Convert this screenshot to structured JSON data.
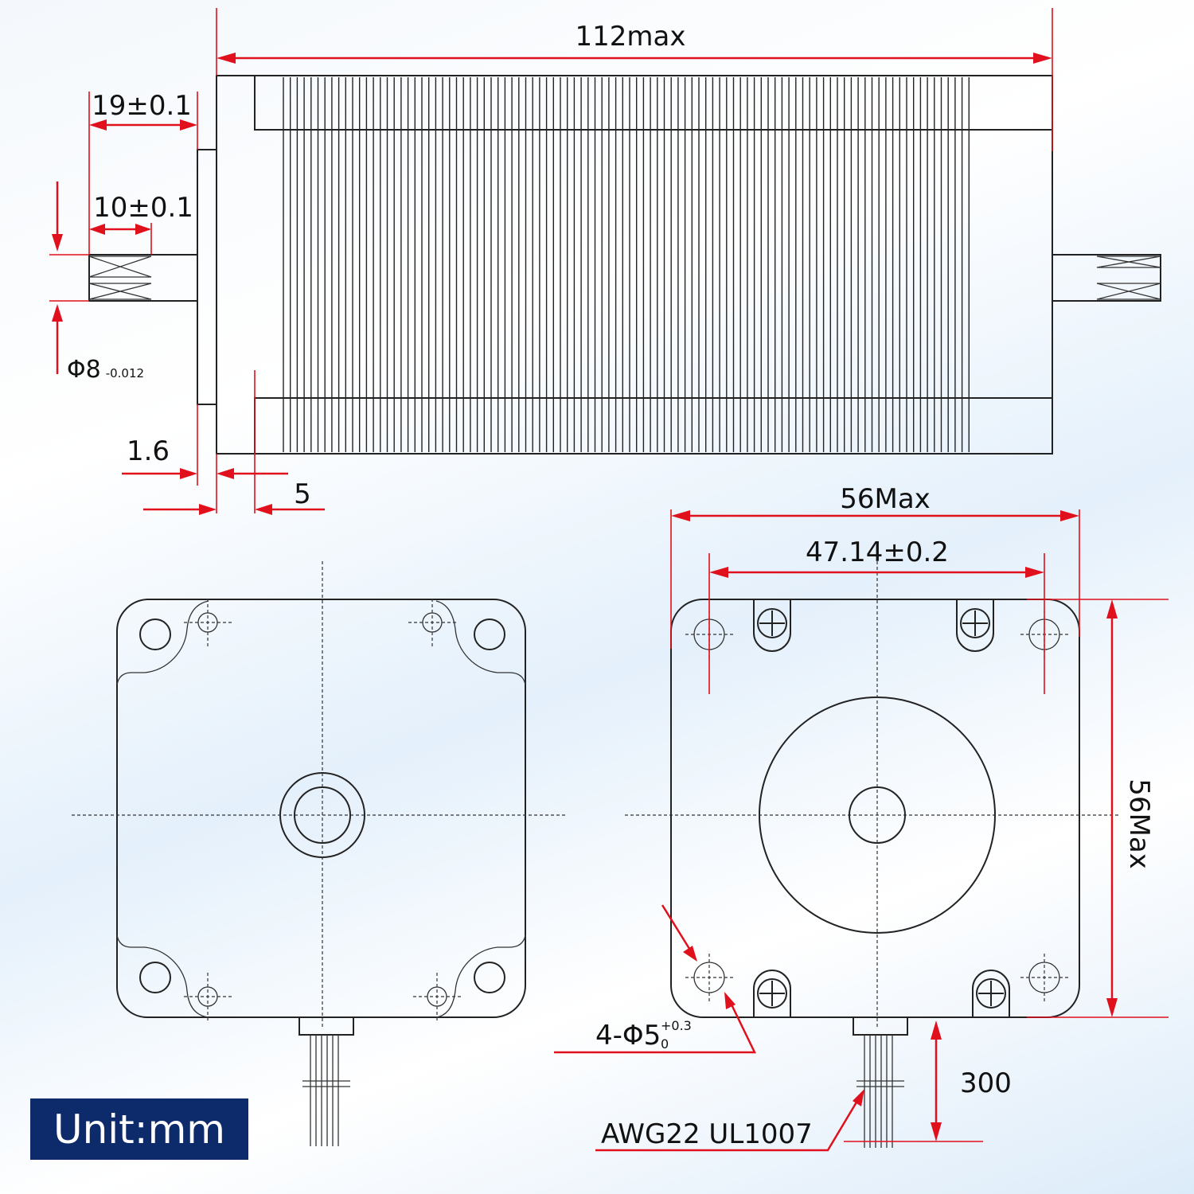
{
  "dimensions": {
    "length": "112max",
    "shaft_length": "19±0.1",
    "flat_length": "10±0.1",
    "shaft_diameter": "Φ8",
    "shaft_tolerance": "-0.012",
    "flange_thickness": "1.6",
    "boss_offset": "5",
    "width": "56Max",
    "hole_spacing": "47.14±0.2",
    "height": "56Max",
    "hole_label": "4-Φ5",
    "hole_tol_upper": "+0.3",
    "hole_tol_lower": "0",
    "lead_length": "300",
    "wire_spec": "AWG22 UL1007"
  },
  "unit_label": "Unit:mm",
  "colors": {
    "dimension": "#e0101c",
    "outline": "#222222",
    "unit_box": "#0d2a6b"
  }
}
